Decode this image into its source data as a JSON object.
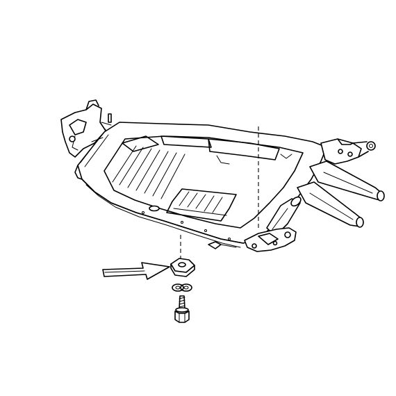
{
  "figure": {
    "subject": "underbody-floor-pan",
    "parts": [
      {
        "id": "floor-pan",
        "icon": "chassis-floor-pan"
      },
      {
        "id": "spacer-pad",
        "icon": "rubber-spacer"
      },
      {
        "id": "washer",
        "icon": "figure-eight-washer"
      },
      {
        "id": "bolt",
        "icon": "hex-bolt"
      }
    ],
    "indicator": {
      "icon": "outline-arrow-right"
    },
    "colors": {
      "ink": "#000000",
      "paper": "#ffffff"
    }
  }
}
